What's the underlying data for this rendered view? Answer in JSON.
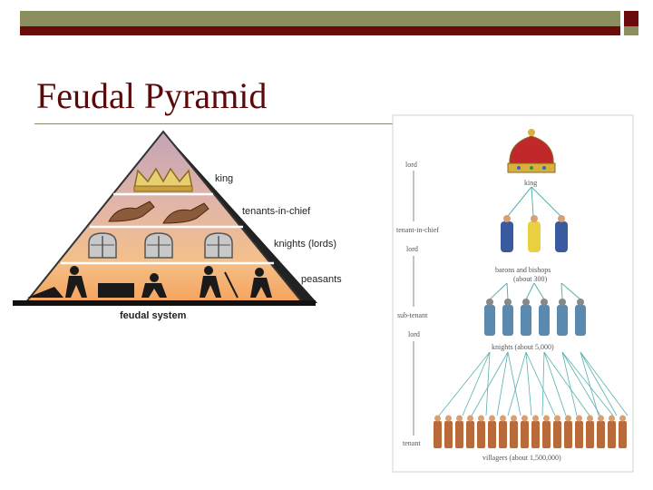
{
  "slide": {
    "title": "Feudal Pyramid"
  },
  "pyramid": {
    "levels": [
      "king",
      "tenants-in-chief",
      "knights (lords)",
      "peasants"
    ],
    "caption": "feudal system"
  },
  "hierarchy": {
    "side_labels": [
      "lord",
      "tenant-in-chief",
      "lord",
      "sub-tenant",
      "lord",
      "tenant"
    ],
    "king_label": "king",
    "barons_label_1": "barons and bishops",
    "barons_label_2": "(about 300)",
    "knights_label": "knights (about 5,000)",
    "villagers_label": "villagers (about 1,500,000)"
  },
  "colors": {
    "maroon": "#6b0a0a",
    "olive": "#8b8f60",
    "pyramid_top": "#c9a6b8",
    "pyramid_base": "#f4a060"
  }
}
